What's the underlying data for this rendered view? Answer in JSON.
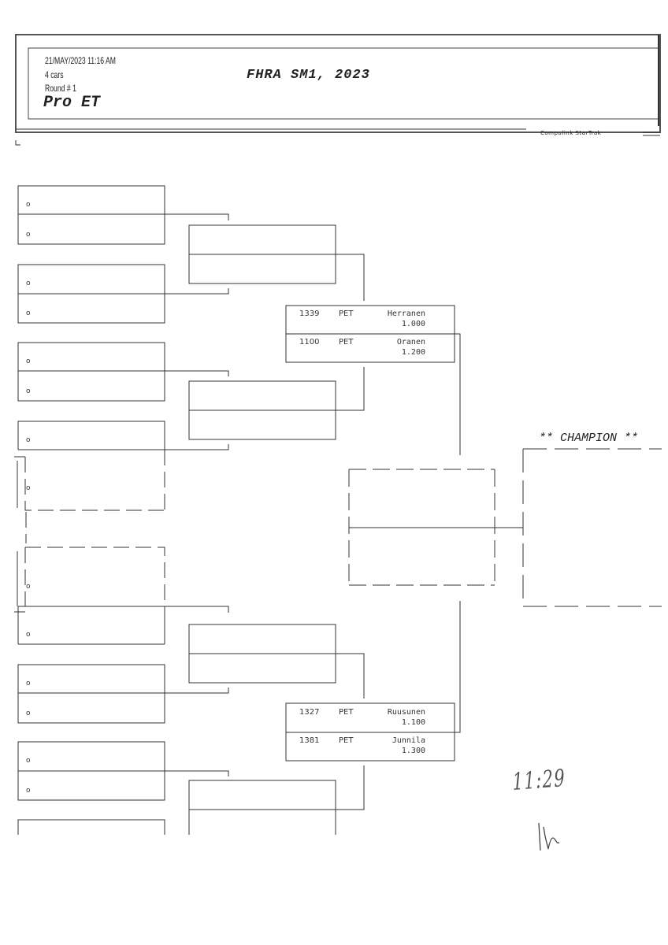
{
  "header": {
    "datetime": "21/MAY/2023   11:16 AM",
    "cars": "4 cars",
    "round": "Round # 1",
    "class": "Pro ET",
    "event_title": "FHRA SM1, 2023",
    "software": "Compulink  StarTrak"
  },
  "bracket": {
    "empty_slot_marker": "o",
    "upper_match": [
      {
        "number": "1339",
        "class": "PET",
        "name": "Herranen",
        "dial": "1.000"
      },
      {
        "number": "1100",
        "class": "PET",
        "name": "Oranen",
        "dial": "1.200"
      }
    ],
    "lower_match": [
      {
        "number": "1327",
        "class": "PET",
        "name": "Ruusunen",
        "dial": "1.100"
      },
      {
        "number": "1381",
        "class": "PET",
        "name": "Junnila",
        "dial": "1.300"
      }
    ],
    "champion_label": "** CHAMPION **"
  },
  "handwritten_note": "11:29"
}
